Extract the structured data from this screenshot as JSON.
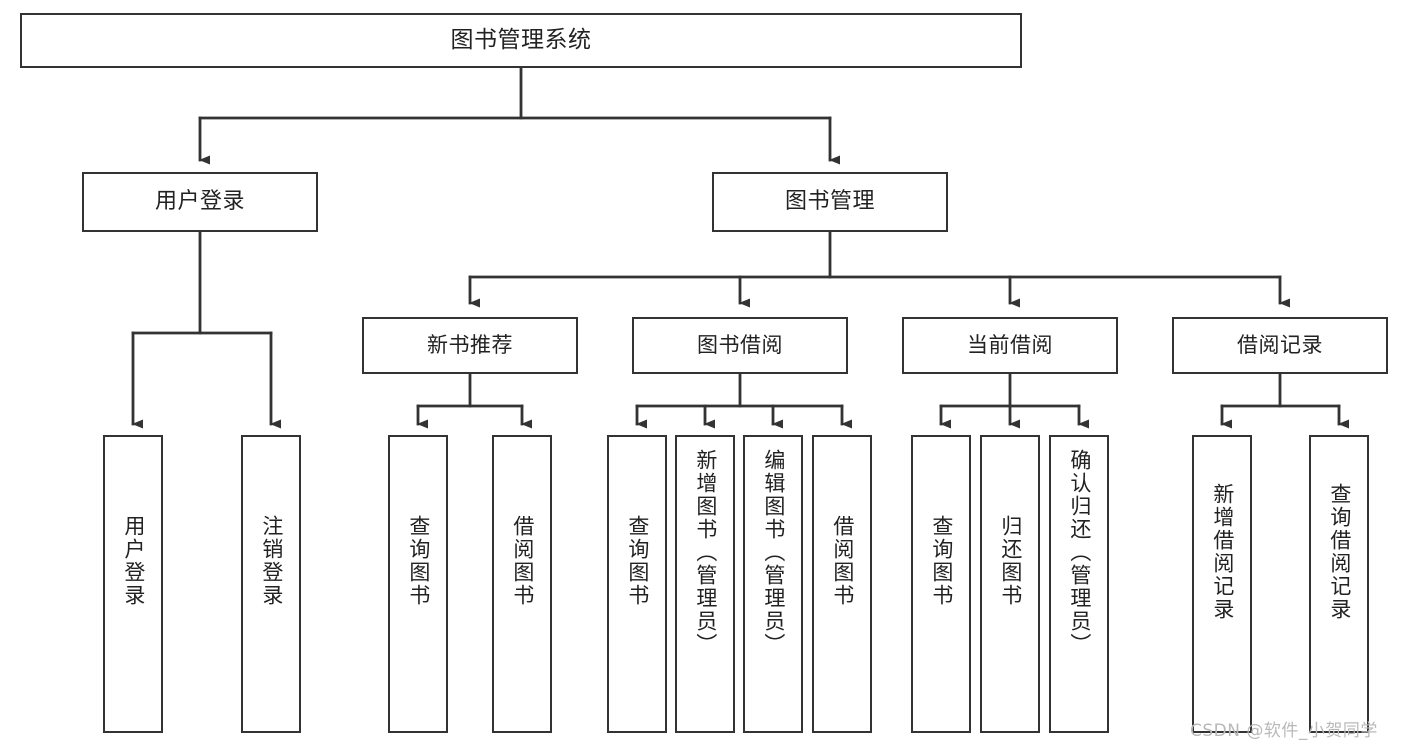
{
  "diagram": {
    "title": "图书管理系统",
    "type": "hierarchy-tree",
    "root": {
      "label": "图书管理系统"
    },
    "level1": [
      {
        "label": "用户登录"
      },
      {
        "label": "图书管理"
      }
    ],
    "level2": [
      {
        "label": "新书推荐"
      },
      {
        "label": "图书借阅"
      },
      {
        "label": "当前借阅"
      },
      {
        "label": "借阅记录"
      }
    ],
    "leaves": {
      "user_login": [
        {
          "label": "用户登录"
        },
        {
          "label": "注销登录"
        }
      ],
      "new_book_recommend": [
        {
          "label": "查询图书"
        },
        {
          "label": "借阅图书"
        }
      ],
      "book_borrow": [
        {
          "label": "查询图书"
        },
        {
          "label": "新增图书（管理员）"
        },
        {
          "label": "编辑图书（管理员）"
        },
        {
          "label": "借阅图书"
        }
      ],
      "current_borrow": [
        {
          "label": "查询图书"
        },
        {
          "label": "归还图书"
        },
        {
          "label": "确认归还（管理员）"
        }
      ],
      "borrow_record": [
        {
          "label": "新增借阅记录"
        },
        {
          "label": "查询借阅记录"
        }
      ]
    }
  },
  "watermark": {
    "text": "CSDN @软件_小贺同学"
  },
  "colors": {
    "border": "#333333",
    "background": "#ffffff",
    "text": "#222222",
    "watermark": "#b9b9b9"
  }
}
